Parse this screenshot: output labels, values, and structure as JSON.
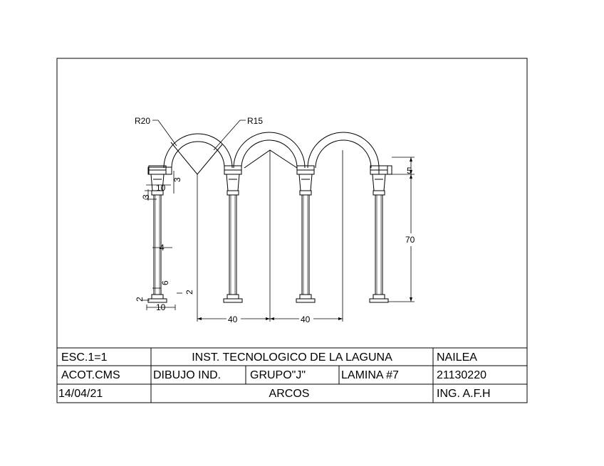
{
  "drawing": {
    "dimensions": {
      "radius_outer": "R20",
      "radius_inner": "R15",
      "cap_width": "10",
      "cap_height": "3",
      "neck_height": "3",
      "shaft_width": "4",
      "base_height_left": "2",
      "base_height_right": "2",
      "base_neck": "6",
      "base_width": "10",
      "span_1": "40",
      "span_2": "40",
      "entablature_height": "5",
      "total_height": "70"
    }
  },
  "title_block": {
    "scale": "ESC.1=1",
    "institution": "INST. TECNOLOGICO DE LA LAGUNA",
    "student": "NAILEA",
    "units": "ACOT.CMS",
    "course": "DIBUJO IND.",
    "group": "GRUPO\"J\"",
    "sheet_no": "LAMINA #7",
    "student_id": "21130220",
    "date": "14/04/21",
    "drawing_title": "ARCOS",
    "instructor": "ING. A.F.H"
  }
}
